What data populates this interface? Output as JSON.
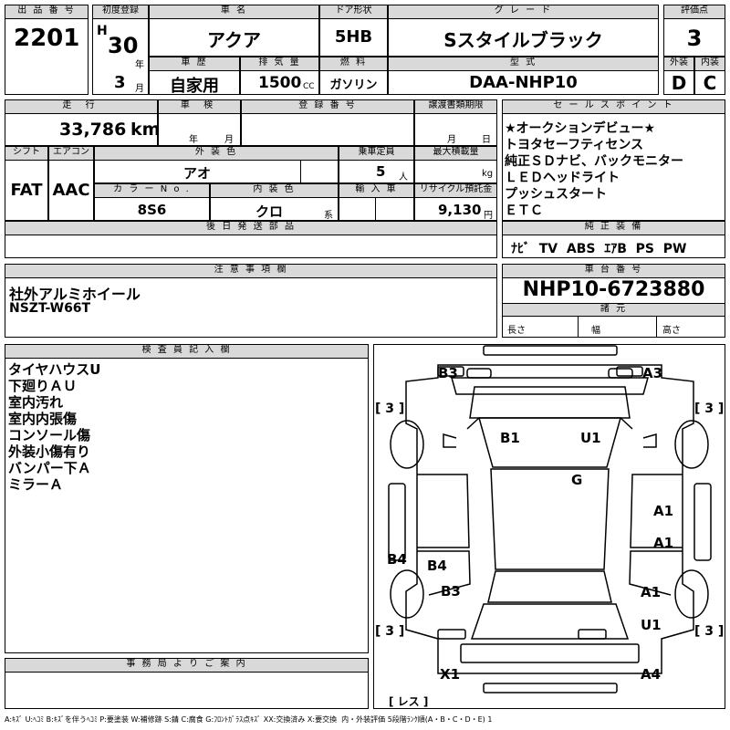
{
  "header": {
    "lot_no_label": "出 品 番 号",
    "lot_no": "2201",
    "first_reg_label": "初度登録",
    "era": "H",
    "year": "30",
    "year_unit": "年",
    "month": "3",
    "month_unit": "月",
    "car_name_label": "車 名",
    "car_name": "アクア",
    "door_label": "ドア形状",
    "door": "5HB",
    "grade_label": "グ レ ー ド",
    "grade": "Sスタイルブラック",
    "score_label": "評価点",
    "score": "3",
    "history_label": "車 歴",
    "history": "自家用",
    "displacement_label": "排 気 量",
    "displacement": "1500",
    "displacement_unit": "CC",
    "fuel_label": "燃 料",
    "fuel": "ガソリン",
    "model_label": "型 式",
    "model": "DAA-NHP10",
    "exterior_label": "外装",
    "exterior": "D",
    "interior_label": "内装",
    "interior": "C"
  },
  "details": {
    "mileage_label": "走 行",
    "mileage": "33,786",
    "mileage_unit": "km",
    "inspection_label": "車 検",
    "inspection_year_unit": "年",
    "inspection_month_unit": "月",
    "registration_label": "登 録 番 号",
    "transfer_label": "譲渡書類期限",
    "transfer_month_unit": "月",
    "transfer_day_unit": "日",
    "shift_label": "シフト",
    "shift": "FAT",
    "aircon_label": "エアコン",
    "aircon": "AAC",
    "ext_color_label": "外 装 色",
    "ext_color": "アオ",
    "capacity_label": "乗車定員",
    "capacity": "5",
    "capacity_unit": "人",
    "max_load_label": "最大積載量",
    "max_load_unit": "kg",
    "color_no_label": "カ ラ ー N o .",
    "color_no": "8S6",
    "int_color_label": "内 装 色",
    "int_color": "クロ",
    "int_color_unit": "系",
    "import_label": "輸 入 車",
    "recycle_label": "リサイクル預託金",
    "recycle": "9,130",
    "recycle_unit": "円",
    "later_parts_label": "後 日 発 送 部 品"
  },
  "sales_points": {
    "label": "セ ー ル ス ポ イ ン ト",
    "items": [
      "★オークションデビュー★",
      "トヨタセーフティセンス",
      "純正ＳＤナビ、バックモニター",
      "ＬＥＤヘッドライト",
      "プッシュスタート",
      "ＥＴＣ"
    ]
  },
  "equipment": {
    "label": "純 正 装 備",
    "value": "ﾅﾋﾞ  TV  ABS  ｴｱB  PS  PW"
  },
  "notes": {
    "label": "注 意 事 項 欄",
    "lines": [
      "社外アルミホイール",
      "NSZT-W66T"
    ]
  },
  "chassis": {
    "label": "車 台 番 号",
    "value": "NHP10-6723880",
    "dims_label": "諸 元",
    "length_label": "長さ",
    "width_label": "幅",
    "height_label": "高さ"
  },
  "inspector": {
    "label": "検 査 員 記 入 欄",
    "lines": [
      "タイヤハウスU",
      "下廻りＡＵ",
      "室内汚れ",
      "室内内張傷",
      "コンソール傷",
      "外装小傷有り",
      "バンパー下Ａ",
      "ミラーＡ"
    ]
  },
  "office": {
    "label": "事 務 局 よ り ご 案 内"
  },
  "diagram": {
    "marks": {
      "b3_top": "B3",
      "a3_top": "A3",
      "b1": "B1",
      "u1_top": "U1",
      "g": "G",
      "a1_a": "A1",
      "a1_b": "A1",
      "b4_left": "B4",
      "b4_inner": "B4",
      "b3_mid": "B3",
      "a1_c": "A1",
      "u1_bottom": "U1",
      "x1": "X1",
      "a4": "A4"
    },
    "tire_tl": "3",
    "tire_tr": "3",
    "tire_bl": "3",
    "tire_br": "3",
    "spare_label": "レス"
  },
  "legend": "A:ｷｽﾞ U:ﾍｺﾐ B:ｷｽﾞを伴うﾍｺﾐ P:要塗装 W:補修跡 S:錆 C:腐食 G:ﾌﾛﾝﾄｶﾞﾗｽ点ｷｽﾞ XX:交換済み X:要交換  内・外装評価 5段階ﾗﾝｸ順(A・B・C・D・E) 1"
}
